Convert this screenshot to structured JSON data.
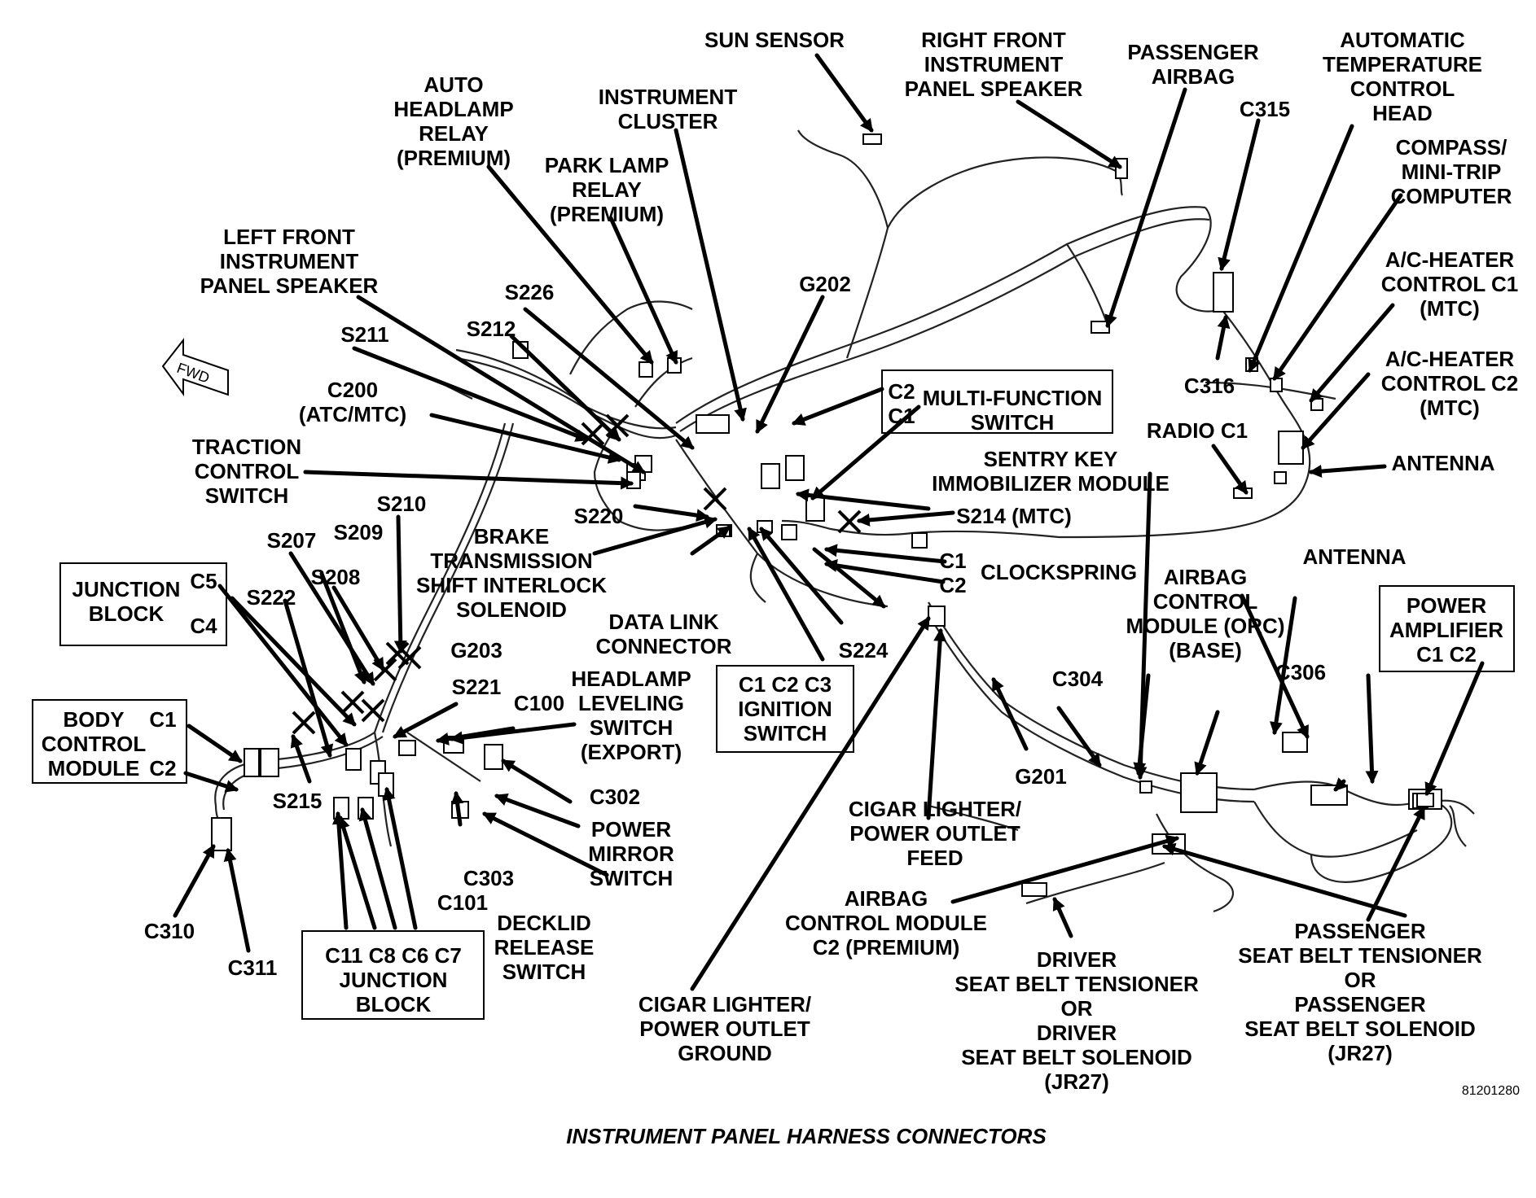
{
  "title": "INSTRUMENT PANEL HARNESS CONNECTORS",
  "figure_id": "81201280",
  "orientation_label": "FWD",
  "labels": {
    "sun_sensor": "SUN SENSOR",
    "right_front_speaker": [
      "RIGHT FRONT",
      "INSTRUMENT",
      "PANEL SPEAKER"
    ],
    "passenger_airbag": [
      "PASSENGER",
      "AIRBAG"
    ],
    "atc_head": [
      "AUTOMATIC",
      "TEMPERATURE",
      "CONTROL",
      "HEAD"
    ],
    "c315": "C315",
    "compass": [
      "COMPASS/",
      "MINI-TRIP",
      "COMPUTER"
    ],
    "ac_heater_c1": [
      "A/C-HEATER",
      "CONTROL C1",
      "(MTC)"
    ],
    "ac_heater_c2": [
      "A/C-HEATER",
      "CONTROL C2",
      "(MTC)"
    ],
    "antenna_upper": "ANTENNA",
    "radio_c1": "RADIO C1",
    "c316": "C316",
    "instrument_cluster": [
      "INSTRUMENT",
      "CLUSTER"
    ],
    "auto_headlamp_relay": [
      "AUTO",
      "HEADLAMP",
      "RELAY",
      "(PREMIUM)"
    ],
    "park_lamp_relay": [
      "PARK LAMP",
      "RELAY",
      "(PREMIUM)"
    ],
    "left_front_speaker": [
      "LEFT FRONT",
      "INSTRUMENT",
      "PANEL SPEAKER"
    ],
    "g202": "G202",
    "s226": "S226",
    "s211": "S211",
    "s212": "S212",
    "c200": [
      "C200",
      "(ATC/MTC)"
    ],
    "traction_control": [
      "TRACTION",
      "CONTROL",
      "SWITCH"
    ],
    "multi_function_box": {
      "c2": "C2",
      "c1": "C1",
      "name": [
        "MULTI-FUNCTION",
        "SWITCH"
      ]
    },
    "sentry_key": [
      "SENTRY KEY",
      "IMMOBILIZER MODULE"
    ],
    "s214": "S214 (MTC)",
    "s220": "S220",
    "brake_shift": [
      "BRAKE",
      "TRANSMISSION",
      "SHIFT INTERLOCK",
      "SOLENOID"
    ],
    "clockspring": {
      "c1": "C1",
      "c2": "C2",
      "name": "CLOCKSPRING"
    },
    "s210": "S210",
    "s207": "S207",
    "s209": "S209",
    "s208": "S208",
    "s222": "S222",
    "junction_block_box": {
      "name": [
        "JUNCTION",
        "BLOCK"
      ],
      "c5": "C5",
      "c4": "C4"
    },
    "data_link": [
      "DATA LINK",
      "CONNECTOR"
    ],
    "s224": "S224",
    "g203": "G203",
    "s221": "S221",
    "c100": "C100",
    "headlamp_leveling": [
      "HEADLAMP",
      "LEVELING",
      "SWITCH",
      "(EXPORT)"
    ],
    "ignition_box": [
      "C1 C2 C3",
      "IGNITION",
      "SWITCH"
    ],
    "airbag_control_base": [
      "AIRBAG",
      "CONTROL",
      "MODULE (ORC)",
      "(BASE)"
    ],
    "antenna_lower": "ANTENNA",
    "power_amp_box": [
      "POWER",
      "AMPLIFIER",
      "C1 C2"
    ],
    "c304": "C304",
    "c306": "C306",
    "body_control_box": {
      "name": [
        "BODY",
        "CONTROL",
        "MODULE"
      ],
      "c1": "C1",
      "c2": "C2"
    },
    "s215": "S215",
    "c302": "C302",
    "g201": "G201",
    "power_mirror": [
      "POWER",
      "MIRROR",
      "SWITCH"
    ],
    "c303": "C303",
    "cigar_feed": [
      "CIGAR LIGHTER/",
      "POWER OUTLET",
      "FEED"
    ],
    "c101": "C101",
    "decklid": [
      "DECKLID",
      "RELEASE",
      "SWITCH"
    ],
    "airbag_c2_premium": [
      "AIRBAG",
      "CONTROL MODULE",
      "C2 (PREMIUM)"
    ],
    "c310": "C310",
    "c311": "C311",
    "junction_block_bottom_box": [
      "C11 C8 C6 C7",
      "JUNCTION",
      "BLOCK"
    ],
    "cigar_ground": [
      "CIGAR LIGHTER/",
      "POWER OUTLET",
      "GROUND"
    ],
    "driver_belt": [
      "DRIVER",
      "SEAT BELT TENSIONER",
      "OR",
      "DRIVER",
      "SEAT BELT SOLENOID",
      "(JR27)"
    ],
    "passenger_belt": [
      "PASSENGER",
      "SEAT BELT TENSIONER",
      "OR",
      "PASSENGER",
      "SEAT BELT SOLENOID",
      "(JR27)"
    ]
  }
}
